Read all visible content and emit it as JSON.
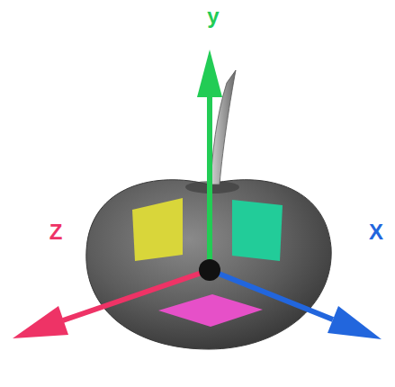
{
  "diagram": {
    "labels": [
      "y",
      "Z",
      "X"
    ]
  }
}
